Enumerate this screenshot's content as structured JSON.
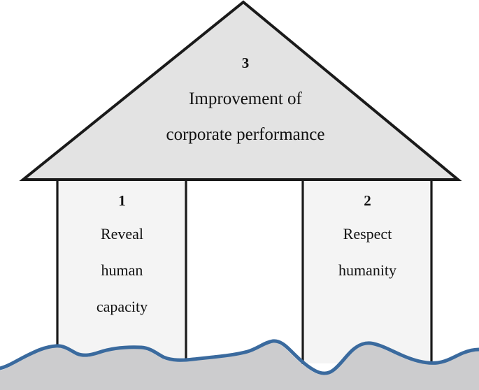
{
  "diagram": {
    "type": "house-framework-diagram",
    "colors": {
      "roof_fill": "#e3e3e3",
      "pillar_fill": "#f4f4f4",
      "outline": "#1a1a1a",
      "ground_fill": "#ccccce",
      "ground_line": "#3a6a9e",
      "text": "#111111",
      "background": "#ffffff"
    },
    "roof": {
      "number": "3",
      "lines": [
        "Improvement of",
        "corporate performance"
      ]
    },
    "pillars": [
      {
        "number": "1",
        "lines": [
          "Reveal",
          "human",
          "capacity"
        ]
      },
      {
        "number": "2",
        "lines": [
          "Respect",
          "humanity"
        ]
      }
    ],
    "ground": {
      "label": "ground-wave"
    }
  }
}
